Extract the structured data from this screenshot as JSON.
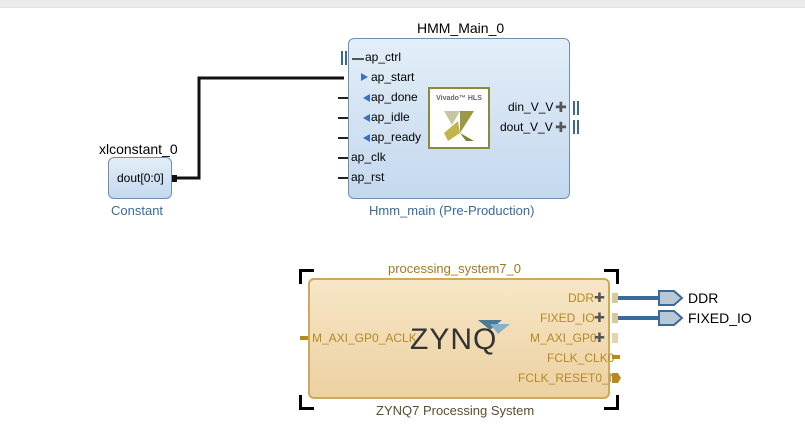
{
  "hmm": {
    "instance": "HMM_Main_0",
    "ip_name": "Hmm_main (Pre-Production)",
    "ports_left": [
      "ap_ctrl",
      "ap_start",
      "ap_done",
      "ap_idle",
      "ap_ready",
      "ap_clk",
      "ap_rst"
    ],
    "ports_right": [
      "din_V_V",
      "dout_V_V"
    ],
    "logo_text": "Vivado™ HLS"
  },
  "constant": {
    "instance": "xlconstant_0",
    "ip_name": "Constant",
    "port": "dout[0:0]"
  },
  "zynq": {
    "instance": "processing_system7_0",
    "ip_name": "ZYNQ7 Processing System",
    "logo_text": "ZYNQ",
    "left_port": "M_AXI_GP0_ACLK",
    "right_ports": [
      "DDR",
      "FIXED_IO",
      "M_AXI_GP0",
      "FCLK_CLK0",
      "FCLK_RESET0_N"
    ]
  },
  "external_ports": [
    "DDR",
    "FIXED_IO"
  ],
  "colors": {
    "ip_fill": "#c4d8ee",
    "ps_fill": "#ecd1a2",
    "bus": "#3a6a9a",
    "wire": "#000000"
  }
}
